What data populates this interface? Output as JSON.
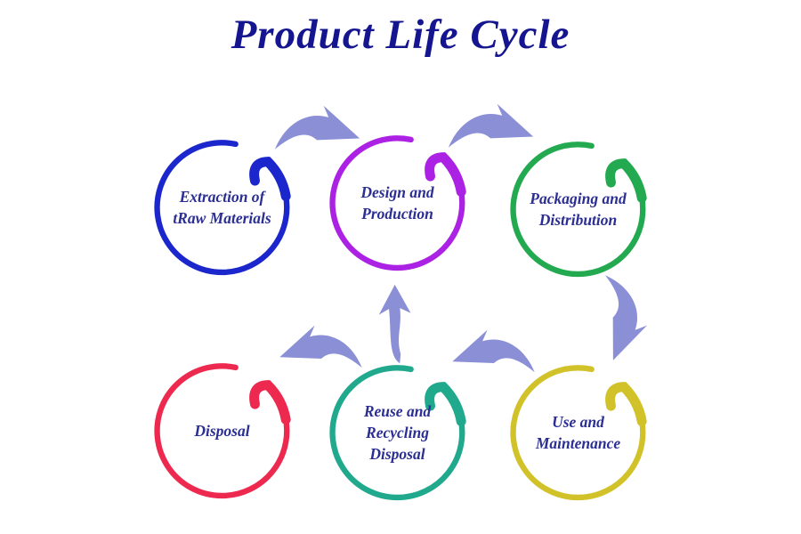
{
  "title": "Product Life Cycle",
  "colors": {
    "title": "#15168f",
    "label_text": "#2b2e92",
    "arrow": "#8b8fd6",
    "extraction_ring": "#1b27cc",
    "design_ring": "#ab22e4",
    "packaging_ring": "#23a94f",
    "disposal_ring": "#ee2950",
    "reuse_ring": "#20a98c",
    "use_ring": "#d2c229"
  },
  "nodes": [
    {
      "id": "extraction",
      "lines": [
        "Extraction of",
        "tRaw Materials"
      ],
      "color": "#1b27cc"
    },
    {
      "id": "design",
      "lines": [
        "Design and",
        "Production"
      ],
      "color": "#ab22e4"
    },
    {
      "id": "packaging",
      "lines": [
        "Packaging and",
        "Distribution"
      ],
      "color": "#23a94f"
    },
    {
      "id": "disposal",
      "lines": [
        "Disposal"
      ],
      "color": "#ee2950"
    },
    {
      "id": "reuse",
      "lines": [
        "Reuse and",
        "Recycling",
        "Disposal"
      ],
      "color": "#20a98c"
    },
    {
      "id": "use",
      "lines": [
        "Use and",
        "Maintenance"
      ],
      "color": "#d2c229"
    }
  ],
  "arrows": [
    {
      "id": "extraction-to-design",
      "direction": "right"
    },
    {
      "id": "design-to-packaging",
      "direction": "right"
    },
    {
      "id": "packaging-to-use",
      "direction": "down"
    },
    {
      "id": "use-to-reuse",
      "direction": "left"
    },
    {
      "id": "reuse-to-disposal",
      "direction": "left"
    },
    {
      "id": "reuse-to-design",
      "direction": "up"
    }
  ]
}
